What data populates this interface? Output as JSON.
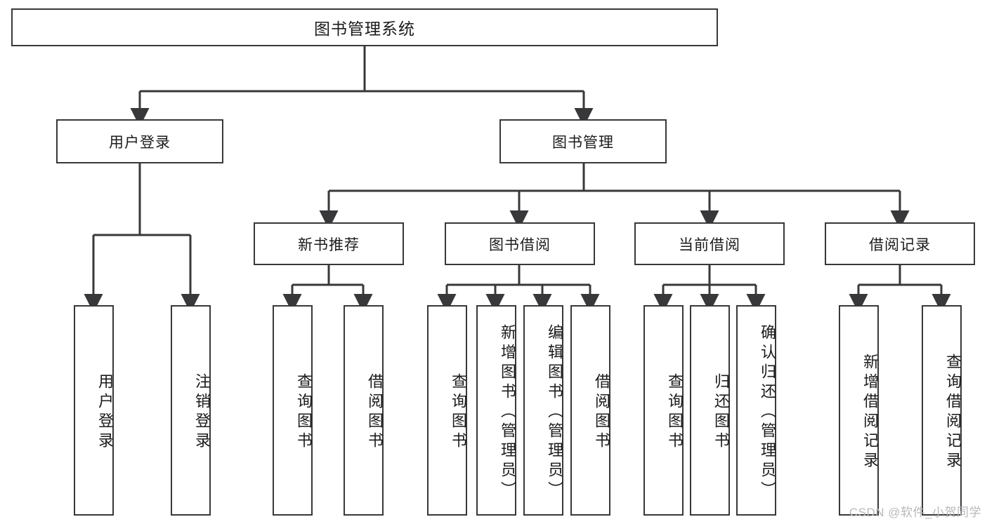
{
  "diagram": {
    "type": "tree",
    "title": "图书管理系统",
    "root": {
      "label": "图书管理系统"
    },
    "level1": [
      {
        "label": "用户登录"
      },
      {
        "label": "图书管理"
      }
    ],
    "level2": [
      {
        "label": "新书推荐",
        "parent": "图书管理"
      },
      {
        "label": "图书借阅",
        "parent": "图书管理"
      },
      {
        "label": "当前借阅",
        "parent": "图书管理"
      },
      {
        "label": "借阅记录",
        "parent": "图书管理"
      }
    ],
    "leaves": [
      {
        "label": "用户登录",
        "parent": "用户登录"
      },
      {
        "label": "注销登录",
        "parent": "用户登录"
      },
      {
        "label": "查询图书",
        "parent": "新书推荐"
      },
      {
        "label": "借阅图书",
        "parent": "新书推荐"
      },
      {
        "label": "查询图书",
        "parent": "图书借阅"
      },
      {
        "label": "新增图书（管理员）",
        "parent": "图书借阅"
      },
      {
        "label": "编辑图书（管理员）",
        "parent": "图书借阅"
      },
      {
        "label": "借阅图书",
        "parent": "图书借阅"
      },
      {
        "label": "查询图书",
        "parent": "当前借阅"
      },
      {
        "label": "归还图书",
        "parent": "当前借阅"
      },
      {
        "label": "确认归还（管理员）",
        "parent": "当前借阅"
      },
      {
        "label": "新增借阅记录",
        "parent": "借阅记录"
      },
      {
        "label": "查询借阅记录",
        "parent": "借阅记录"
      }
    ]
  },
  "watermark": {
    "text": "CSDN @软件_小贺同学"
  },
  "colors": {
    "stroke": "#38383a",
    "fill": "#ffffff",
    "text": "#1b1b1d",
    "watermark": "#b9b9bd"
  }
}
